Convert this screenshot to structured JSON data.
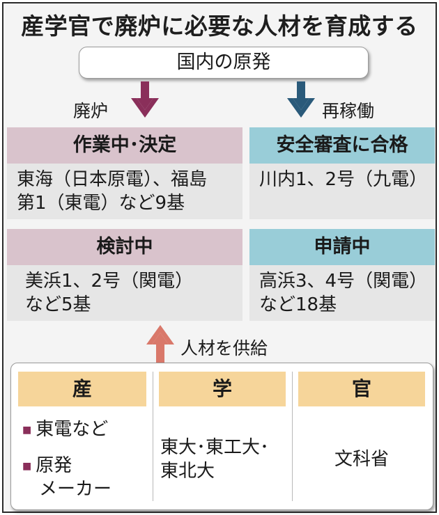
{
  "title": "産学官で廃炉に必要な人材を育成する",
  "domestic_label": "国内の原発",
  "arrow_left_label": "廃炉",
  "arrow_right_label": "再稼働",
  "boxes": {
    "decided": {
      "head": "作業中･決定",
      "line1": "東海（日本原電）、福島",
      "line2": "第1（東電）など9基"
    },
    "passed": {
      "head": "安全審査に合格",
      "line1": "川内1、2号（九電）"
    },
    "considering": {
      "head": "検討中",
      "line1": "美浜1、2号（関電）",
      "line2": "など5基"
    },
    "applying": {
      "head": "申請中",
      "line1": "高浜3、4号（関電）",
      "line2": "など18基"
    }
  },
  "supply_label": "人材を供給",
  "columns": {
    "industry": {
      "head": "産",
      "item1": "東電など",
      "item2_line1": "原発",
      "item2_line2": "メーカー"
    },
    "academia": {
      "head": "学",
      "line1": "東大･東工大･",
      "line2": "東北大"
    },
    "government": {
      "head": "官",
      "line1": "文科省"
    }
  },
  "colors": {
    "decommission_arrow": "#8a2f5a",
    "restart_arrow": "#2a5a7a",
    "supply_arrow": "#d9786a",
    "decommission_header": "#d9c3cc",
    "restart_header": "#99cdd8",
    "column_header": "#f6d59a"
  }
}
